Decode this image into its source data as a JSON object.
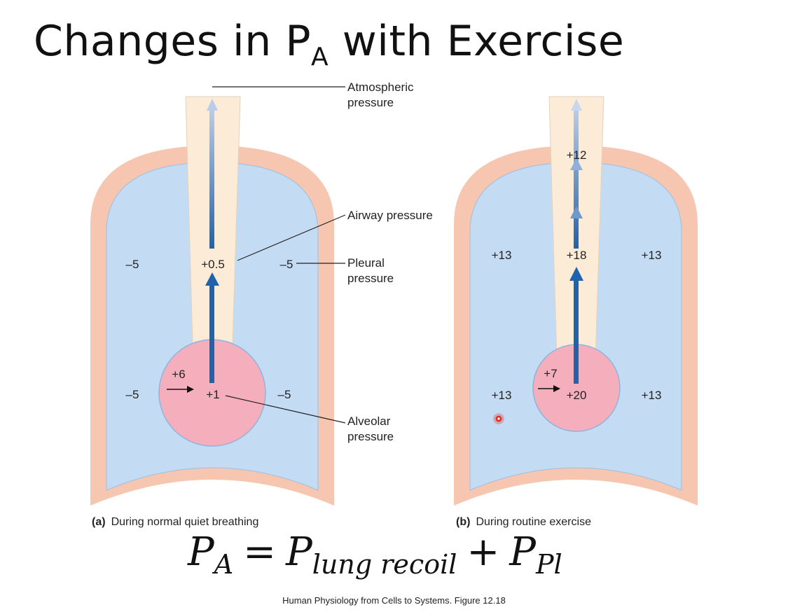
{
  "slide": {
    "title_main": "Changes in P",
    "title_sub": "A",
    "title_rest": " with Exercise",
    "source": "Human Physiology from Cells to Systems. Figure 12.18"
  },
  "labels": {
    "atmospheric": [
      "Atmospheric",
      "pressure"
    ],
    "airway": "Airway pressure",
    "pleural": [
      "Pleural",
      "pressure"
    ],
    "alveolar": [
      "Alveolar",
      "pressure"
    ]
  },
  "panel_a": {
    "caption_letter": "(a)",
    "caption_text": "During normal quiet breathing",
    "pleural_upper_left": "–5",
    "airway": "+0.5",
    "pleural_upper_right": "–5",
    "pleural_lower_left": "–5",
    "recoil": "+6",
    "alveolar": "+1",
    "pleural_lower_right": "–5"
  },
  "panel_b": {
    "caption_letter": "(b)",
    "caption_text": "During routine exercise",
    "airway_top": "+12",
    "pleural_upper_left": "+13",
    "airway": "+18",
    "pleural_upper_right": "+13",
    "pleural_lower_left": "+13",
    "recoil": "+7",
    "alveolar": "+20",
    "pleural_lower_right": "+13"
  },
  "equation": {
    "lhs": "P",
    "lhs_sub": "A",
    "eq": "=",
    "t1": "P",
    "t1_sub": "lung recoil",
    "plus": "+",
    "t2": "P",
    "t2_sub": "Pl"
  },
  "colors": {
    "chest_wall": "#f6c6b0",
    "pleural_space": "#c4dcf3",
    "airway": "#fcebd7",
    "alveolus": "#f5aebc",
    "arrow": "#1f63ad",
    "cursor": "#e0302a"
  }
}
